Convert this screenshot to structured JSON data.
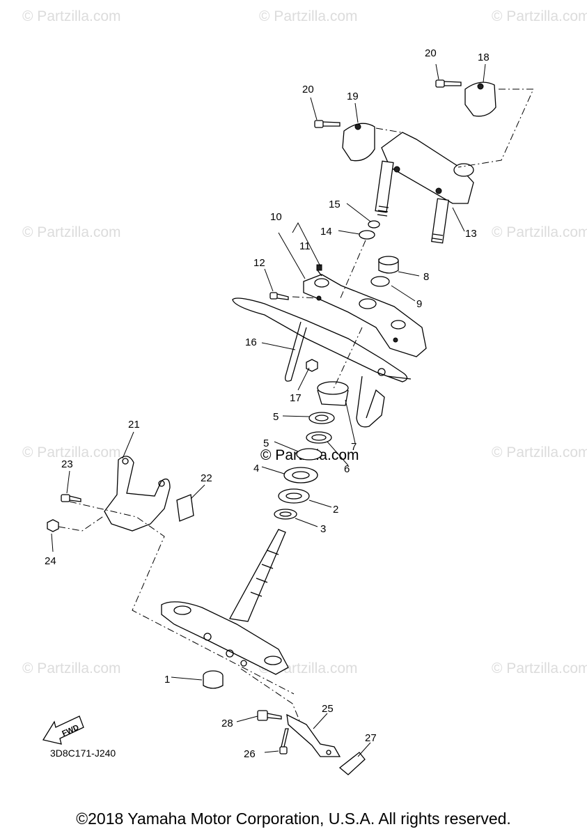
{
  "watermark": "© Partzilla.com",
  "diagram_code": "3D8C171-J240",
  "fwd_label": "FWD",
  "copyright": "©2018 Yamaha Motor Corporation, U.S.A. All rights reserved.",
  "callouts": [
    "1",
    "2",
    "3",
    "4",
    "5",
    "5",
    "6",
    "7",
    "8",
    "9",
    "10",
    "11",
    "12",
    "13",
    "14",
    "15",
    "16",
    "17",
    "18",
    "19",
    "20",
    "20",
    "21",
    "22",
    "23",
    "24",
    "25",
    "26",
    "27",
    "28"
  ]
}
